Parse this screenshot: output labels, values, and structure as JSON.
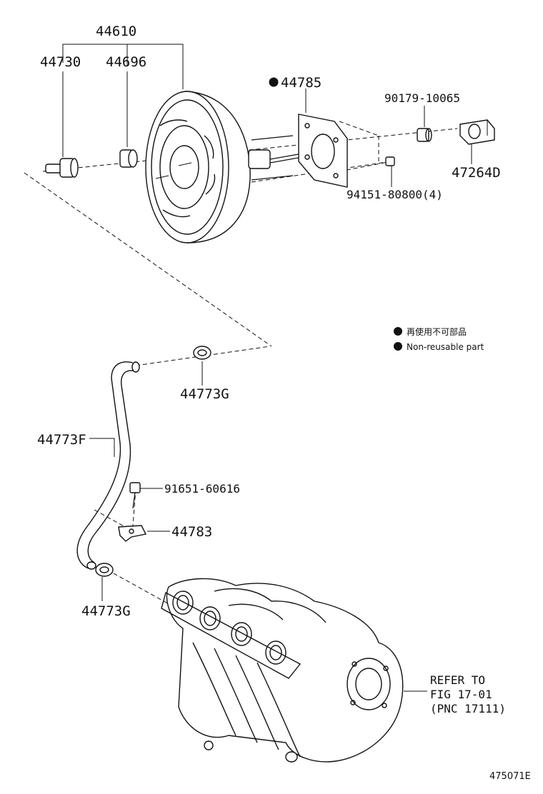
{
  "labels": {
    "p44610": "44610",
    "p44730": "44730",
    "p44696": "44696",
    "p44785": "44785",
    "p90179": "90179-10065",
    "p47264": "47264D",
    "p94151": "94151-80800(4)",
    "p44773g_top": "44773G",
    "p44773f": "44773F",
    "p91651": "91651-60616",
    "p44783": "44783",
    "p44773g_bottom": "44773G",
    "refer_line1": "REFER TO",
    "refer_line2": "FIG 17-01",
    "refer_line3": "(PNC 17111)"
  },
  "legend": {
    "jp": "再使用不可部品",
    "en": "Non-reusable part"
  },
  "illustration_code": "475071E",
  "colors": {
    "ink": "#111111",
    "background": "#ffffff"
  }
}
